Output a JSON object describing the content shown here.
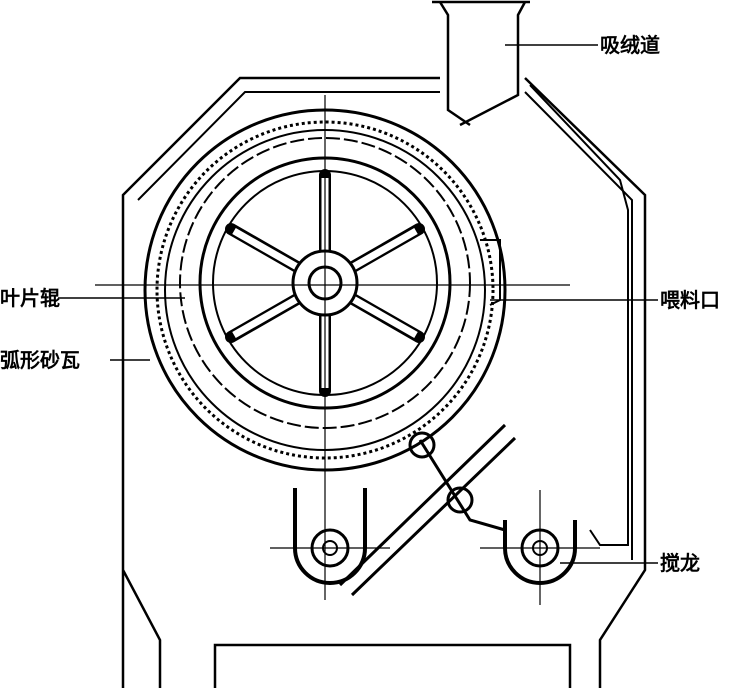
{
  "diagram": {
    "labels": {
      "suction_duct": "吸绒道",
      "blade_roller": "叶片辊",
      "feed_inlet": "喂料口",
      "arc_grit_plate": "弧形砂瓦",
      "auger": "搅龙"
    },
    "colors": {
      "ink": "#000000",
      "background": "#ffffff"
    }
  }
}
